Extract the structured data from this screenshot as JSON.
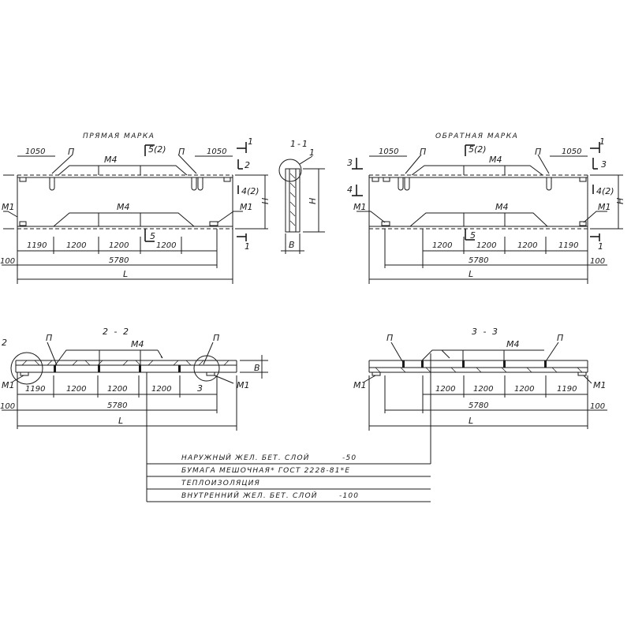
{
  "titles": {
    "front": "ПРЯМАЯ МАРКА",
    "back": "ОБРАТНАЯ МАРКА",
    "sec11": "1-1",
    "sec22": "2 - 2",
    "sec33": "3 - 3"
  },
  "labels": {
    "p": "П",
    "m4": "М4",
    "m1": "М1",
    "d5": "5(2)",
    "d4": "4(2)",
    "n1": "1",
    "n2": "2",
    "n3": "3",
    "n4": "4",
    "n5": "5",
    "H": "Н",
    "B": "В",
    "L": "L"
  },
  "dims": {
    "d1050": "1050",
    "d1190": "1190",
    "d1200": "1200",
    "d5780": "5780",
    "d100": "100"
  },
  "legend": [
    {
      "text": "НАРУЖНЫЙ ЖЕЛ. БЕТ. СЛОЙ",
      "value": "-50"
    },
    {
      "text": "БУМАГА МЕШОЧНАЯ* ГОСТ 2228-81*Е",
      "value": ""
    },
    {
      "text": "ТЕПЛОИЗОЛЯЦИЯ",
      "value": ""
    },
    {
      "text": "ВНУТРЕННИЙ ЖЕЛ. БЕТ. СЛОЙ",
      "value": "-100"
    }
  ],
  "colors": {
    "ink": "#1a1a1a",
    "paper": "#ffffff"
  }
}
